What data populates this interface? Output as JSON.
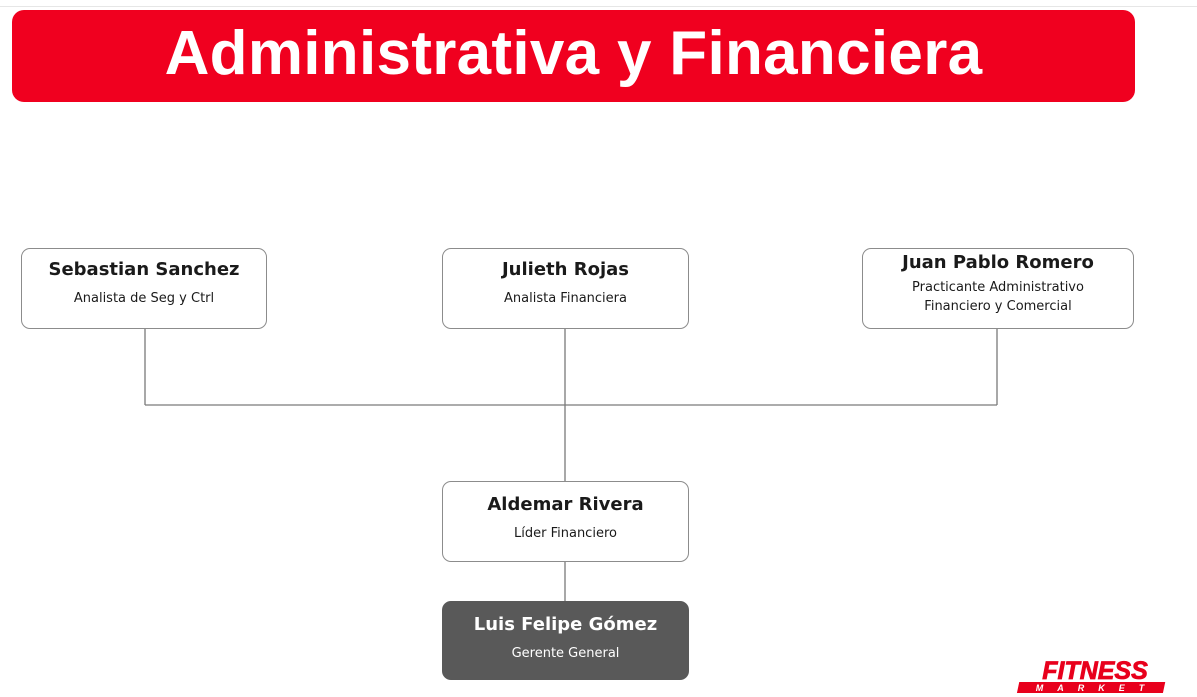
{
  "title": "Administrativa y Financiera",
  "colors": {
    "title_bg": "#f0001f",
    "title_text": "#ffffff",
    "box_border": "#8c8c8c",
    "connector": "#7a7a7a",
    "dark_box": "#595959"
  },
  "nodes": {
    "sebastian": {
      "name": "Sebastian Sanchez",
      "role": "Analista de Seg y Ctrl"
    },
    "julieth": {
      "name": "Julieth Rojas",
      "role": "Analista Financiera"
    },
    "juan_pablo": {
      "name": "Juan Pablo Romero",
      "role": "Practicante Administrativo Financiero y Comercial"
    },
    "aldemar": {
      "name": "Aldemar Rivera",
      "role": "Líder Financiero"
    },
    "luis_felipe": {
      "name": "Luis Felipe Gómez",
      "role": "Gerente General"
    }
  },
  "logo": {
    "word": "FITNESS",
    "sub": "MARKET"
  }
}
